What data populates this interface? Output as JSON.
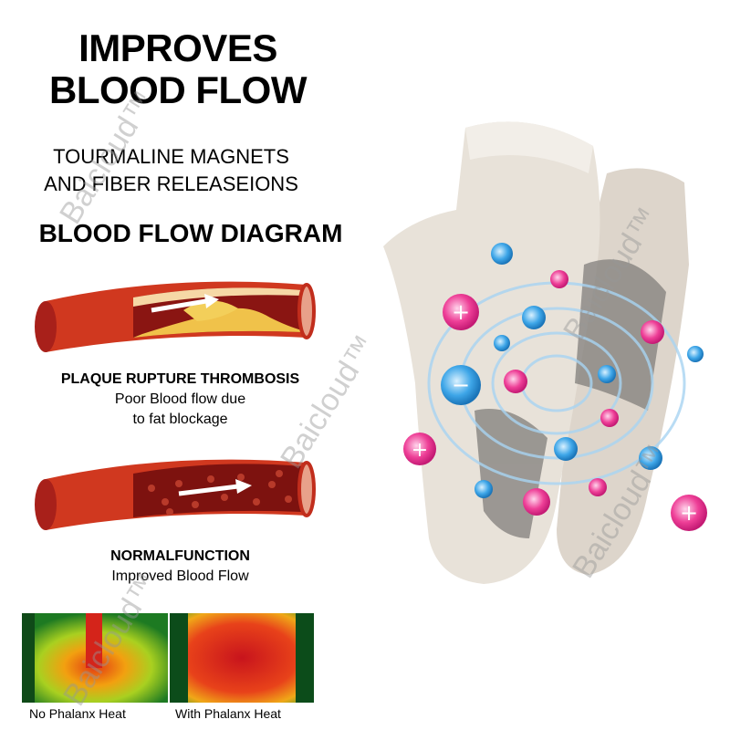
{
  "headline": {
    "line1": "IMPROVES",
    "line2": "BLOOD FLOW"
  },
  "subhead": {
    "line1": "TOURMALINE MAGNETS",
    "line2": "AND FIBER RELEASEIONS"
  },
  "diagram_title": "BLOOD FLOW DIAGRAM",
  "plaque": {
    "title": "PLAQUE RUPTURE THROMBOSIS",
    "line1": "Poor Blood flow due",
    "line2": "to fat blockage"
  },
  "normal": {
    "title": "NORMALFUNCTION",
    "line1": "Improved Blood Flow"
  },
  "thermal": {
    "left_label": "No Phalanx Heat",
    "right_label": "With Phalanx Heat"
  },
  "watermark": "Baicloud™",
  "colors": {
    "artery": "#d0381f",
    "inner": "#8a1512",
    "plaque": "#f0c24a",
    "ion_pink": "#ee3f97",
    "ion_blue": "#3ea6e8"
  }
}
